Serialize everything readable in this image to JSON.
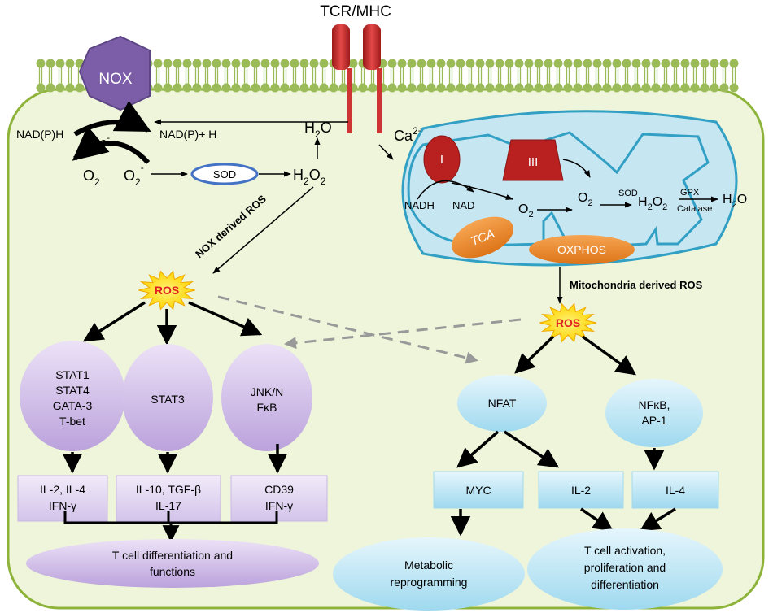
{
  "receptor": {
    "label": "TCR/MHC",
    "ca": "Ca",
    "ca_sup": "2+"
  },
  "nox": {
    "label": "NOX",
    "nadph": "NAD(P)H",
    "nadp": "NAD(P)+ H",
    "electron": "e",
    "electron_sup": "-",
    "o2": "O",
    "o2_sub": "2",
    "superoxide": "O",
    "superoxide_sub": "2",
    "superoxide_sup": "-",
    "sod": "SOD",
    "h2o2": "H",
    "h2o2_sub": "2",
    "h2o2_tail": "O",
    "h2o2_sub2": "2",
    "h2o": "H",
    "h2o_sub": "2",
    "h2o_tail": "O",
    "derived": "NOX derived ROS"
  },
  "mito": {
    "complex1": "I",
    "complex3": "III",
    "nadh": "NADH",
    "nad": "NAD",
    "o2a": "O",
    "o2a_sub": "2",
    "o2b": "O",
    "o2b_sub": "2",
    "sod": "SOD",
    "h2o2": "H",
    "h2o2_sub": "2",
    "h2o2_tail": "O",
    "h2o2_sub2": "2",
    "gpx": "GPX",
    "catalase": "Catalase",
    "h2o": "H",
    "h2o_sub": "2",
    "h2o_tail": "O",
    "tca": "TCA",
    "oxphos": "OXPHOS",
    "derived": "Mitochondria derived ROS"
  },
  "left": {
    "ros": "ROS",
    "tf1": [
      "STAT1",
      "STAT4",
      "GATA-3",
      "T-bet"
    ],
    "tf2": [
      "STAT3"
    ],
    "tf3": [
      "JNK/N",
      "FκB"
    ],
    "cyt1": [
      "IL-2, IL-4",
      "IFN-γ"
    ],
    "cyt2": [
      "IL-10, TGF-β",
      "IL-17"
    ],
    "cyt3": [
      "CD39",
      "IFN-γ"
    ],
    "outcome": [
      "T cell differentiation and",
      "functions"
    ]
  },
  "right": {
    "ros": "ROS",
    "tf1": [
      "NFAT"
    ],
    "tf2": [
      "NFκB,",
      "AP-1"
    ],
    "box1": "MYC",
    "box2": "IL-2",
    "box3": "IL-4",
    "outcome1": [
      "Metabolic",
      "reprogramming"
    ],
    "outcome2": [
      "T cell activation,",
      "proliferation and",
      "differentiation"
    ]
  },
  "colors": {
    "cell_fill": "#eef5da",
    "cell_border": "#8db33a",
    "membrane": "#9bbb59",
    "receptor": "#d33a3a",
    "nox": "#7b5ea7",
    "mito_fill": "#c6e6f2",
    "mito_border": "#31a0c4",
    "complex": "#b8211f",
    "orange": "#ee8a2a",
    "purple_node": "#c9b3e2",
    "purple_box": "#dcd0ee",
    "blue_node": "#b9e4f4",
    "burst": "#ffe400",
    "ros_text": "#e02020"
  }
}
